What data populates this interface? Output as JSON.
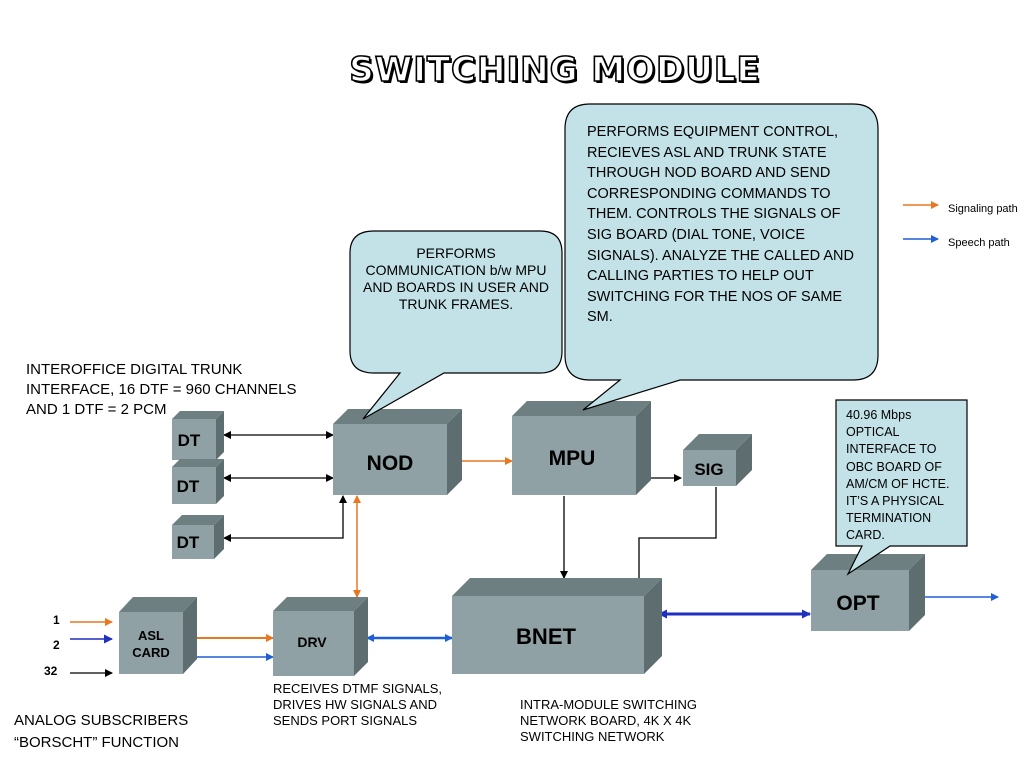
{
  "title": "SWITCHING MODULE",
  "legend": {
    "signaling": "Signaling path",
    "speech": "Speech path"
  },
  "colors": {
    "box_front": "#8fa1a4",
    "box_top": "#6e7f82",
    "box_side": "#5d6d70",
    "callout_fill": "#c2e2e8",
    "signaling": "#e87722",
    "speech": "#1f5fd6",
    "optical": "#1f2fbf"
  },
  "boxes": {
    "dt1": "DT",
    "dt2": "DT",
    "dt3": "DT",
    "nod": "NOD",
    "mpu": "MPU",
    "sig": "SIG",
    "bnet": "BNET",
    "opt": "OPT",
    "asl": "ASL CARD",
    "drv": "DRV"
  },
  "inputs": {
    "n1": "1",
    "n2": "2",
    "n32": "32"
  },
  "callouts": {
    "nod": "PERFORMS COMMUNICATION b/w MPU AND BOARDS IN USER AND TRUNK FRAMES.",
    "mpu": "PERFORMS EQUIPMENT CONTROL, RECIEVES ASL AND TRUNK STATE THROUGH NOD BOARD AND SEND CORRESPONDING COMMANDS TO THEM. CONTROLS THE SIGNALS OF SIG BOARD (DIAL TONE, VOICE SIGNALS). ANALYZE THE CALLED AND CALLING PARTIES TO HELP OUT SWITCHING FOR THE NOS OF SAME SM.",
    "opt": "40.96 Mbps OPTICAL INTERFACE TO OBC BOARD OF AM/CM OF HCTE. IT’S A PHYSICAL TERMINATION CARD."
  },
  "labels": {
    "dt_desc_1": "INTEROFFICE DIGITAL TRUNK",
    "dt_desc_2": "INTERFACE, 16 DTF = 960 CHANNELS",
    "dt_desc_3": "AND 1 DTF = 2 PCM",
    "drv_desc_1": "RECEIVES DTMF SIGNALS,",
    "drv_desc_2": "DRIVES HW SIGNALS AND",
    "drv_desc_3": "SENDS PORT SIGNALS",
    "bnet_desc_1": "INTRA-MODULE SWITCHING",
    "bnet_desc_2": "NETWORK BOARD, 4K X 4K",
    "bnet_desc_3": "SWITCHING NETWORK",
    "asl_desc_1": "ANALOG SUBSCRIBERS",
    "asl_desc_2": "“BORSCHT” FUNCTION"
  }
}
